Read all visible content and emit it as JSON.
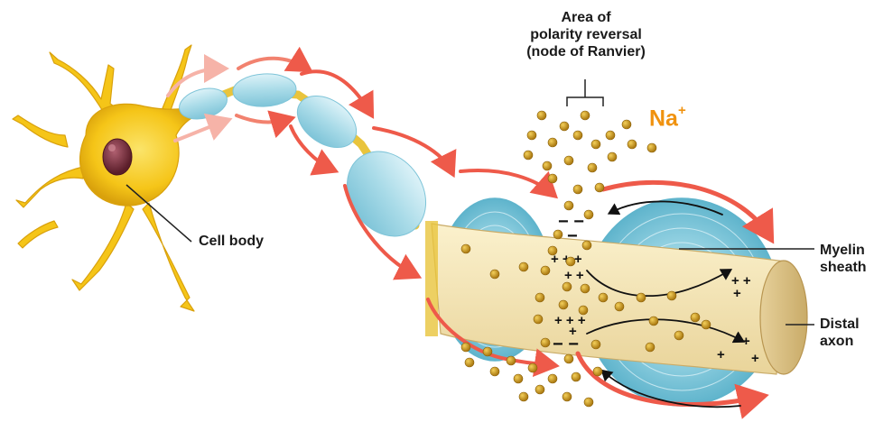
{
  "labels": {
    "node_title_line1": "Area of",
    "node_title_line2": "polarity reversal",
    "node_title_line3": "(node of Ranvier)",
    "ion_symbol": "Na",
    "ion_charge": "+",
    "cell_body": "Cell body",
    "myelin_line1": "Myelin",
    "myelin_line2": "sheath",
    "distal_line1": "Distal",
    "distal_line2": "axon"
  },
  "colors": {
    "neuron_yellow": "#f5c518",
    "nucleus": "#7a2d3a",
    "myelin_blue": "#a8dbe8",
    "axon_cream": "#f4e6b4",
    "arrow_red": "#ee5a4a",
    "sodium_gold": "#c89418",
    "ion_label_orange": "#f0920f"
  },
  "icons": [
    "neuron-cell-body",
    "myelin-segment",
    "sodium-ion-dot",
    "current-arrow",
    "plus-charge",
    "minus-charge"
  ]
}
